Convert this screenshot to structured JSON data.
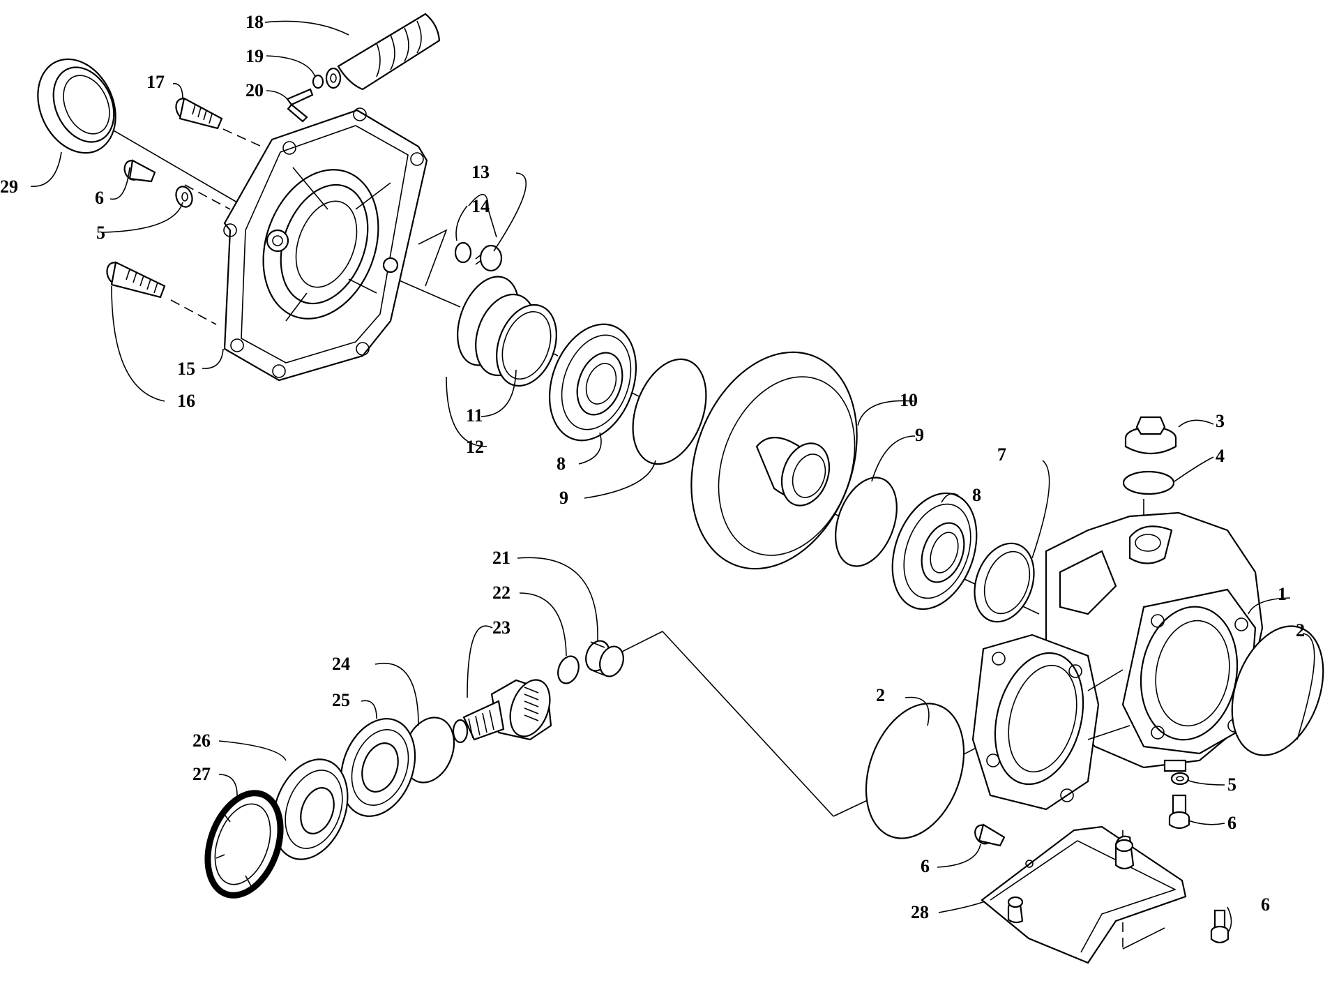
{
  "callouts": {
    "c1": "1",
    "c2a": "2",
    "c2b": "2",
    "c3": "3",
    "c4": "4",
    "c5a": "5",
    "c5b": "5",
    "c6a": "6",
    "c6b": "6",
    "c6c": "6",
    "c6d": "6",
    "c7": "7",
    "c8a": "8",
    "c8b": "8",
    "c9a": "9",
    "c9b": "9",
    "c10": "10",
    "c11": "11",
    "c12": "12",
    "c13": "13",
    "c14": "14",
    "c15": "15",
    "c16": "16",
    "c17": "17",
    "c18": "18",
    "c19": "19",
    "c20": "20",
    "c21": "21",
    "c22": "22",
    "c23": "23",
    "c24": "24",
    "c25": "25",
    "c26": "26",
    "c27": "27",
    "c28": "28",
    "c29": "29"
  }
}
